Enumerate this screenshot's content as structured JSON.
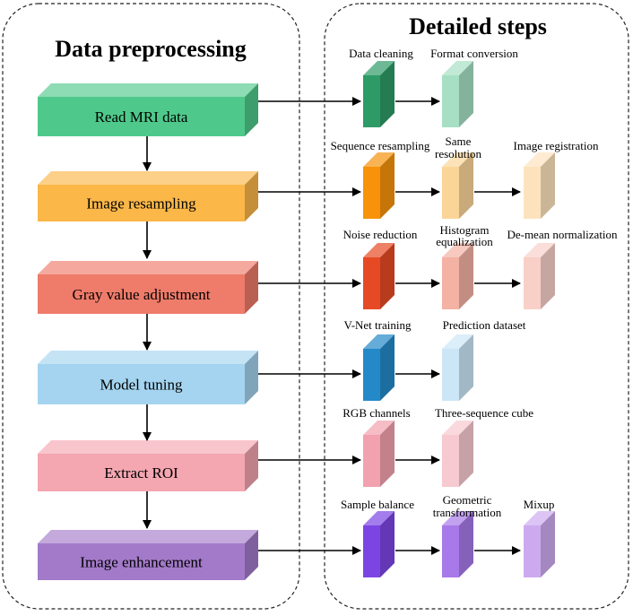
{
  "left_panel": {
    "title": "Data preprocessing"
  },
  "right_panel": {
    "title": "Detailed steps"
  },
  "steps": [
    {
      "label": "Read MRI data",
      "color": "#4fc98b"
    },
    {
      "label": "Image resampling",
      "color": "#fbb748"
    },
    {
      "label": "Gray value adjustment",
      "color": "#ef7b6a"
    },
    {
      "label": "Model tuning",
      "color": "#a4d4ef"
    },
    {
      "label": "Extract ROI",
      "color": "#f4a6b1"
    },
    {
      "label": "Image enhancement",
      "color": "#a37ac9"
    }
  ],
  "details": {
    "row1": {
      "a": "Data cleaning",
      "b": "Format conversion"
    },
    "row2": {
      "a": "Sequence resampling",
      "b1": "Same",
      "b2": "resolution",
      "c": "Image registration"
    },
    "row3": {
      "a": "Noise reduction",
      "b1": "Histogram",
      "b2": "equalization",
      "c": "De-mean normalization"
    },
    "row4": {
      "a": "V-Net training",
      "b": "Prediction dataset"
    },
    "row5": {
      "a": "RGB channels",
      "b": "Three-sequence cube"
    },
    "row6": {
      "a": "Sample balance",
      "b1": "Geometric",
      "b2": "transformation",
      "c": "Mixup"
    }
  }
}
